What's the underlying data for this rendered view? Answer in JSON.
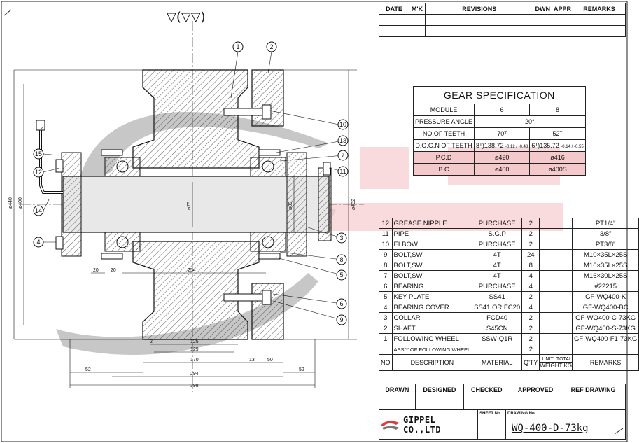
{
  "surface_symbol": "▽(▽▽)",
  "revisions": {
    "headers": [
      "DATE",
      "M'K",
      "REVISIONS",
      "DWN",
      "APPR",
      "REMARKS"
    ]
  },
  "gear_spec": {
    "title": "GEAR SPECIFICATION",
    "rows": [
      {
        "label": "MODULE",
        "a": "6",
        "b": "8"
      },
      {
        "label": "PRESSURE ANGLE",
        "span": "20°"
      },
      {
        "label": "NO.OF TEETH",
        "a": "70ᵀ",
        "b": "52ᵀ"
      },
      {
        "label": "D.O.G.N OF TEETH",
        "a": "8ᵀ)138.72",
        "a_tol": "-0.12 / -0.48",
        "b": "6ᵀ)135.72",
        "b_tol": "-0.14 / -0.55"
      },
      {
        "label": "P.C.D",
        "a": "ø420",
        "b": "ø416",
        "highlight": true
      },
      {
        "label": "B.C",
        "a": "ø400",
        "b": "ø400S",
        "highlight": true
      }
    ]
  },
  "bom": {
    "rows": [
      {
        "no": "12",
        "desc": "GREASE NIPPLE",
        "material": "PURCHASE",
        "qty": "2",
        "remarks": "PT1/4\""
      },
      {
        "no": "11",
        "desc": "PIPE",
        "material": "S.G.P",
        "qty": "2",
        "remarks": "3/8\""
      },
      {
        "no": "10",
        "desc": "ELBOW",
        "material": "PURCHASE",
        "qty": "2",
        "remarks": "PT3/8\""
      },
      {
        "no": "9",
        "desc": "BOLT,SW",
        "material": "4T",
        "qty": "24",
        "remarks": "M10×35L×25S"
      },
      {
        "no": "8",
        "desc": "BOLT,SW",
        "material": "4T",
        "qty": "8",
        "remarks": "M16×35L×25S"
      },
      {
        "no": "7",
        "desc": "BOLT,SW",
        "material": "4T",
        "qty": "4",
        "remarks": "M16×30L×25S"
      },
      {
        "no": "6",
        "desc": "BEARING",
        "material": "PURCHASE",
        "qty": "4",
        "remarks": "#22215"
      },
      {
        "no": "5",
        "desc": "KEY PLATE",
        "material": "SS41",
        "qty": "2",
        "remarks": "GF-WQ400-K"
      },
      {
        "no": "4",
        "desc": "BEARING COVER",
        "material": "SS41 OR FC20",
        "qty": "4",
        "remarks": "GF-WQ400-BC"
      },
      {
        "no": "3",
        "desc": "COLLAR",
        "material": "FCD40",
        "qty": "2",
        "remarks": "GF-WQ400-C-73KG"
      },
      {
        "no": "2",
        "desc": "SHAFT",
        "material": "S45CN",
        "qty": "2",
        "remarks": "GF-WQ400-S-73KG"
      },
      {
        "no": "1",
        "desc": "FOLLOWING WHEEL",
        "material": "SSW-Q1R",
        "qty": "2",
        "remarks": "GF-WQ400-F1-73KG"
      },
      {
        "no": "",
        "desc": "ASS'Y OF FOLLOWING WHEEL",
        "material": "",
        "qty": "2",
        "remarks": ""
      }
    ],
    "header": {
      "no": "NO",
      "desc": "DESCRIPTION",
      "material": "MATERIAL",
      "qty": "Q'TY",
      "unit": "UNIT",
      "total": "TOTAL",
      "weight": "WEIGHT KG",
      "remarks": "REMARKS"
    }
  },
  "title_block": {
    "headers": [
      "DRAWN",
      "DESIGNED",
      "CHECKED",
      "APPROVED",
      "REF DRAWING"
    ],
    "sheet_no_label": "SHEET No.",
    "drawing_no_label": "DRAWING No.",
    "company": "GIPPEL CO.,LTD",
    "drawing_no": "WQ-400-D-73kg"
  },
  "dimensions": {
    "d440": "ø440",
    "d400": "ø400",
    "d75": "ø75",
    "d80": "ø80",
    "d432": "ø432",
    "w20a": "20",
    "w20b": "20",
    "w254": "254",
    "w2": "2",
    "w125": "125",
    "w129": "129",
    "w170": "170",
    "w13": "13",
    "w50": "50",
    "w52a": "52",
    "w52b": "52",
    "w294": "294",
    "w398": "398"
  },
  "balloons": [
    "1",
    "2",
    "10",
    "13",
    "7",
    "11",
    "15",
    "12",
    "14",
    "4",
    "3",
    "8",
    "5",
    "6",
    "9"
  ],
  "colors": {
    "line": "#111111",
    "pink": "#f4c9cc",
    "logo_red": "#e23a3a",
    "watermark_gray": "#9a9a9a"
  }
}
